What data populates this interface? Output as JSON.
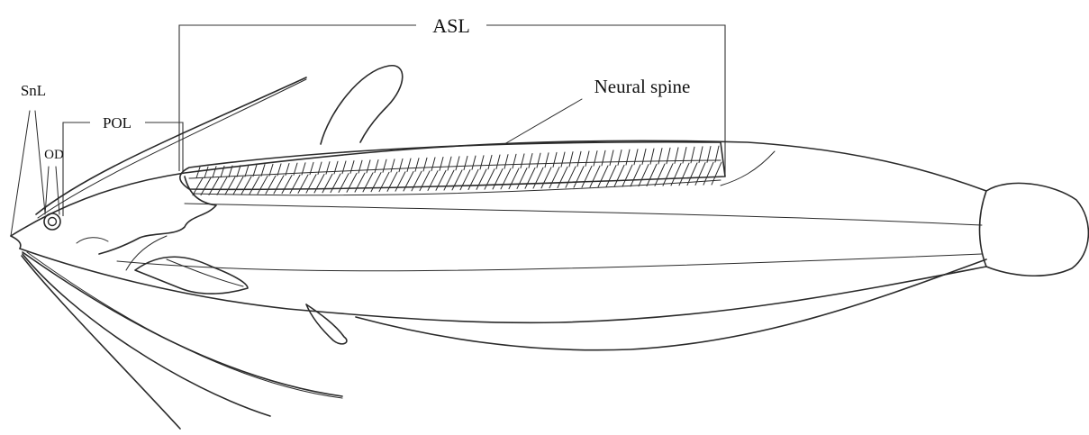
{
  "labels": {
    "asl": "ASL",
    "neural_spine": "Neural spine",
    "snl": "SnL",
    "od": "OD",
    "pol": "POL"
  },
  "colors": {
    "ink": "#2a2a2a",
    "background": "#ffffff"
  }
}
